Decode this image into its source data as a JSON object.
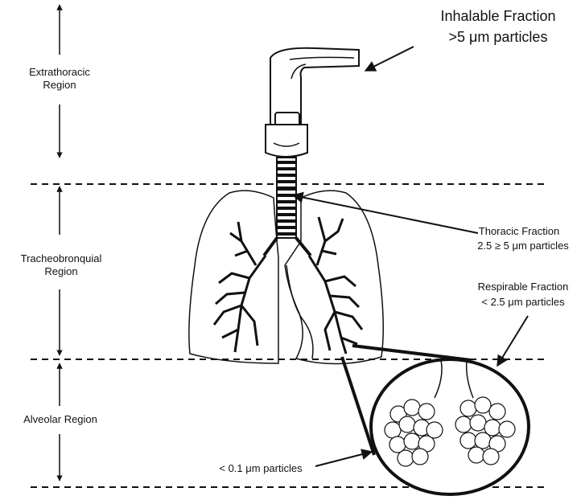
{
  "regions": {
    "extrathoracic": "Extrathoracic\nRegion",
    "tracheobronquial": "Tracheobronquial\nRegion",
    "alveolar": "Alveolar Region"
  },
  "fractions": {
    "inhalable_title": "Inhalable Fraction",
    "inhalable_size": ">5 μm particles",
    "thoracic_title": "Thoracic Fraction",
    "thoracic_size": "2.5 ≥ 5 μm particles",
    "respirable_title": "Respirable Fraction",
    "respirable_size": "< 2.5 μm particles",
    "alveolar_size": "< 0.1 μm particles"
  },
  "colors": {
    "line": "#111111",
    "background": "#ffffff"
  },
  "icons": {
    "lungs": "lungs-illustration",
    "alveoli": "alveoli-magnified-circle"
  }
}
